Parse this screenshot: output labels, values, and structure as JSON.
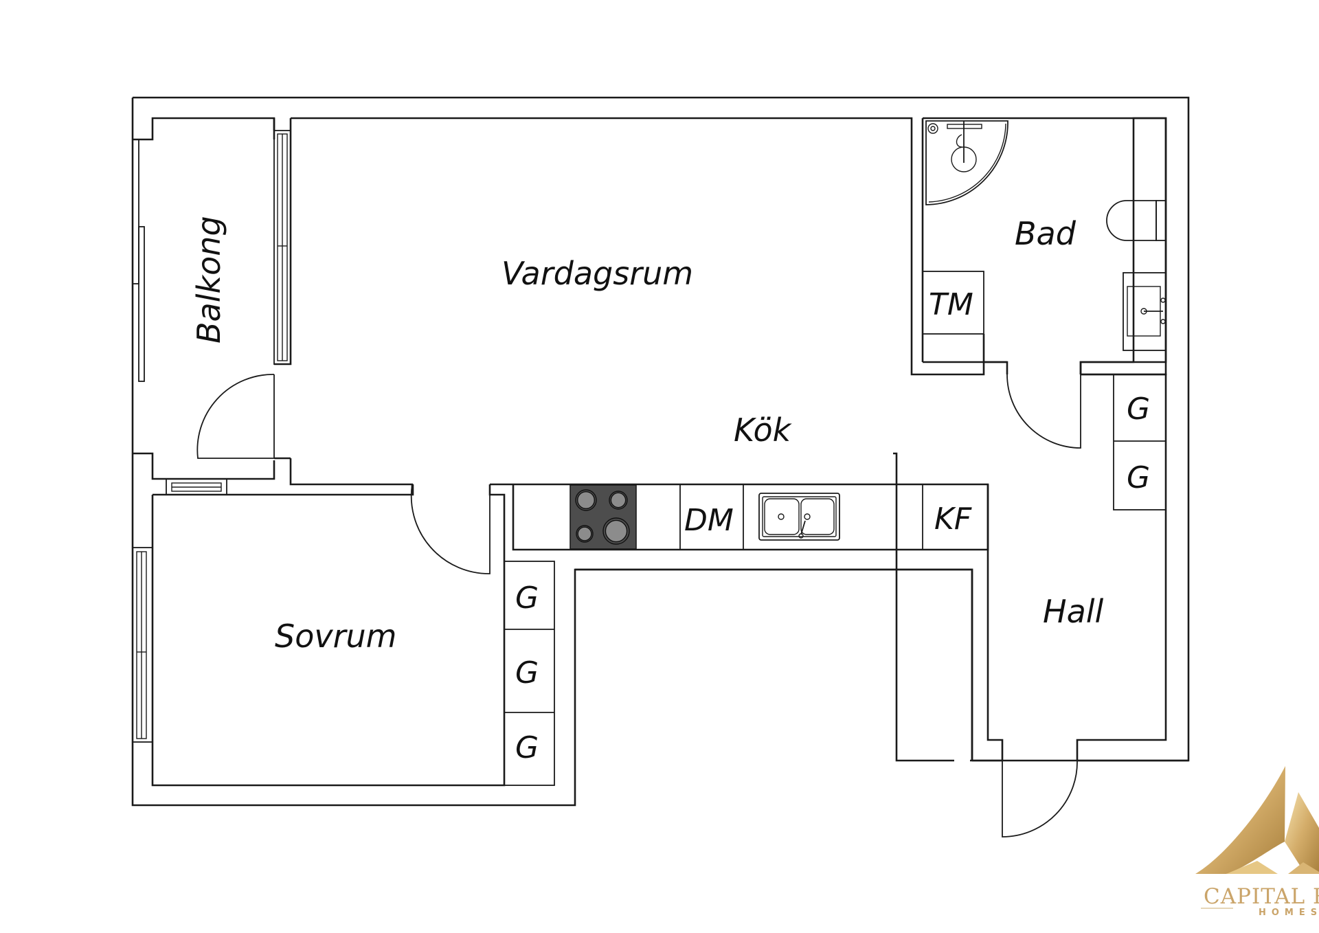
{
  "plan": {
    "rooms": {
      "balkong": "Balkong",
      "vardagsrum": "Vardagsrum",
      "kok": "Kök",
      "bad": "Bad",
      "sovrum": "Sovrum",
      "hall": "Hall"
    },
    "fixtures": {
      "tm": "TM",
      "dm": "DM",
      "kf": "KF",
      "wardrobe_bedroom": [
        "G",
        "G",
        "G"
      ],
      "wardrobe_hall": [
        "G",
        "G"
      ]
    }
  },
  "brand": {
    "name": "Capital Realting",
    "name_display": "CAPITAL REALTIN",
    "sub": "HOMES",
    "colors": {
      "gold": "#caa469",
      "gold_light": "#f3dfae",
      "gold_dark": "#a8803d"
    }
  },
  "colors": {
    "stove": "#4d4d4d",
    "burner": "#8c8c8c"
  }
}
